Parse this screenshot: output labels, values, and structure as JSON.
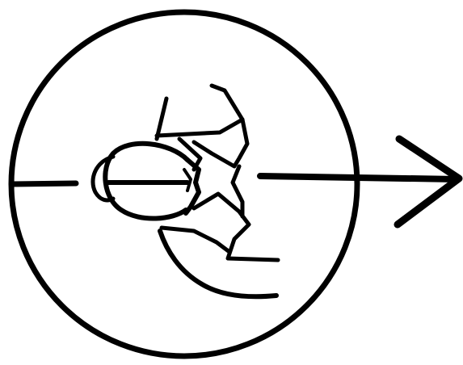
{
  "diagram": {
    "ink_color": "#000000",
    "background_color": "#ffffff",
    "elements": [
      "outer-circle",
      "horizontal-line",
      "direction-arrow-right",
      "hand-sketch",
      "head-sketch"
    ]
  }
}
